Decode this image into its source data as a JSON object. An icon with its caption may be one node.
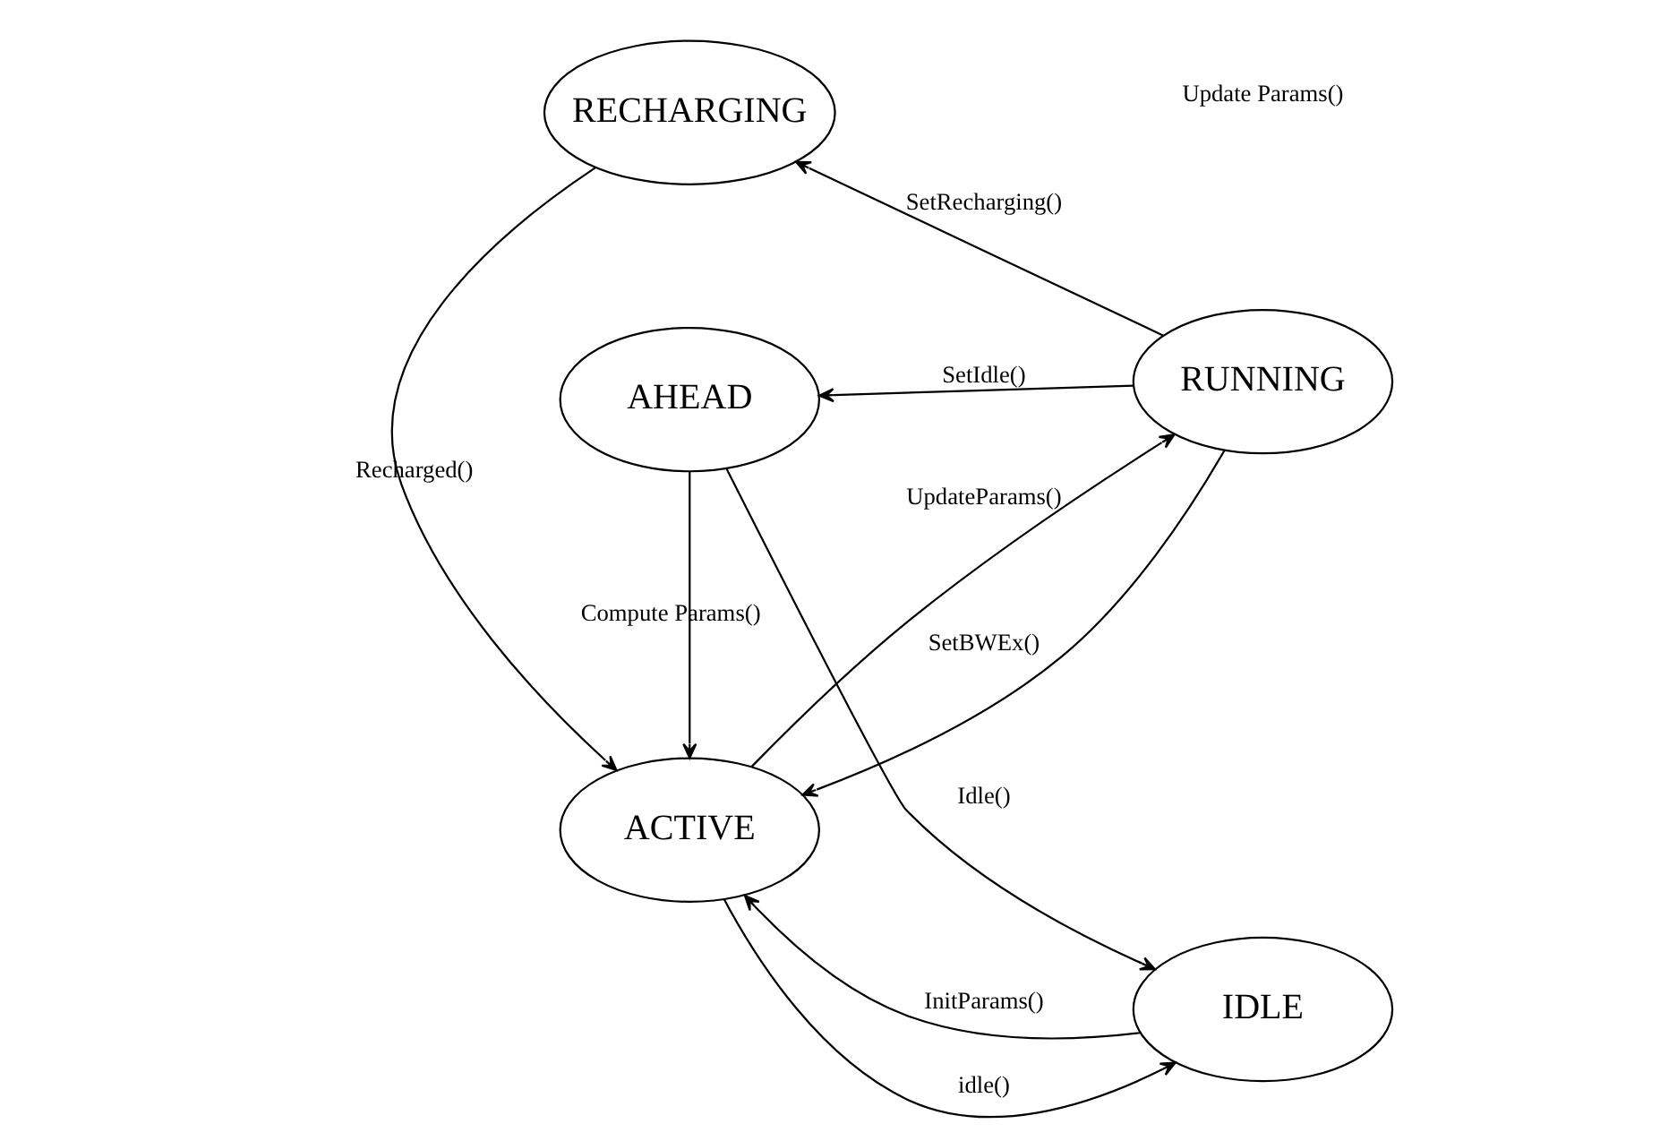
{
  "diagram": {
    "nodes": [
      {
        "text": [
          "RECHARGING"
        ]
      },
      {
        "text": [
          "IDLE"
        ]
      },
      {
        "text": [
          "ACTIVE"
        ]
      },
      {
        "text": [
          "RUNNING"
        ]
      },
      {
        "text": [
          "AHEAD"
        ]
      }
    ],
    "edges": [
      {
        "from": 0,
        "to": 2,
        "arrow": "to",
        "label": "Recharged()"
      },
      {
        "from": 3,
        "to": 0,
        "arrow": "to",
        "label": "SetRecharging()"
      },
      {
        "from": 1,
        "to": 2,
        "arrow": "to",
        "label": "InitParams()"
      },
      {
        "from": 2,
        "to": 1,
        "arrow": "to",
        "label": "idle()"
      },
      {
        "from": 2,
        "to": 3,
        "arrow": "to",
        "label": "UpdateParams()"
      },
      {
        "from": 3,
        "to": 2,
        "arrow": "to",
        "label": "SetBWEx()"
      },
      {
        "from": 4,
        "to": 2,
        "arrow": "to",
        "label": "Compute Params()"
      },
      {
        "from": 4,
        "to": 1,
        "arrow": "to",
        "label": "Idle()"
      },
      {
        "from": 3,
        "to": 4,
        "arrow": "to",
        "label": "SetIdle()"
      }
    ],
    "labels": [
      "Update Params()"
    ]
  }
}
